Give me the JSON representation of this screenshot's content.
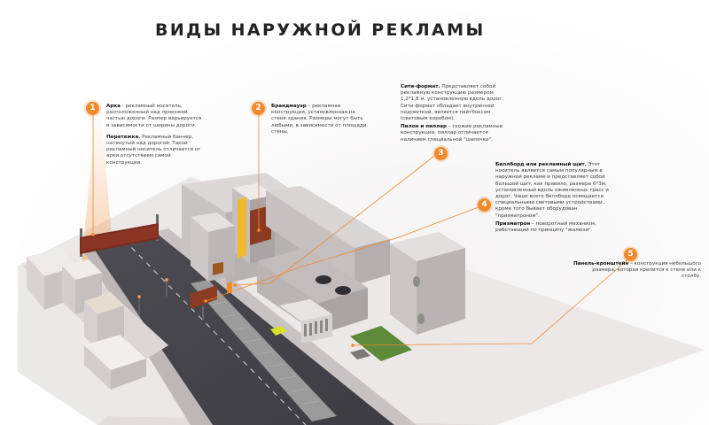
{
  "title": "ВИДЫ НАРУЖНОЙ РЕКЛАМЫ",
  "accent_color": "#f08a2c",
  "callouts": [
    {
      "number": "1",
      "blocks": [
        {
          "term": "Арка",
          "text": " - рекламный носитель, расположенный над проезжей частью дороги. Размер варьируется в зависимости от ширины дороги."
        },
        {
          "term": "Перетяжка.",
          "text": " Рекламный баннер, натянутый над дорогой. Такой рекламный носитель отличается от арки отсутствием самой конструкции."
        }
      ]
    },
    {
      "number": "2",
      "blocks": [
        {
          "term": "Брандмауэр",
          "text": " – рекламная конструкция, установленная на стене здания. Размеры могут быть любыми, в зависимости от площади стены."
        }
      ]
    },
    {
      "number": "3",
      "blocks": [
        {
          "term": "Сити-формат.",
          "text": " Представляет собой рекламную конструкцию размером 1,2*1,8 м, установленную вдоль дорог. Сити-формат обладает внутренней подсветкой, является лайтбоксом (световым коробом)."
        },
        {
          "term": "Пилон и пиллар",
          "text": " – схожие рекламные конструкции, пиллар отличается наличием специальной \"шапочки\"."
        }
      ]
    },
    {
      "number": "4",
      "blocks": [
        {
          "term": "Биллборд или рекламный щит.",
          "text": " Этот носитель является самым популярным в наружной рекламе и представляет собой большой щит, как правило, размера 6*3м, установленный вдоль оживленных трасс и дорог. Чаще всего биллборд освещается специальными световыми устройствами., кроме того бывает оборудован \"призматроном\"."
        },
        {
          "term": "Призматрон",
          "text": " – поворотный механизм, работающий по принципу \"жалюзи\"."
        }
      ]
    },
    {
      "number": "5",
      "blocks": [
        {
          "term": "Панель-кронштейн",
          "text": " – конструкция небольшого размера, которая крепится к стене или к столбу."
        }
      ]
    }
  ]
}
